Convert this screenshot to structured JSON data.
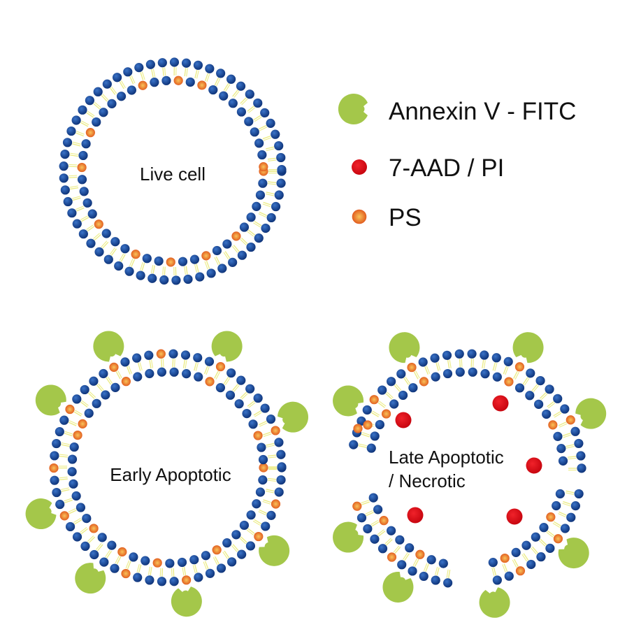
{
  "legend": {
    "annexin_label": "Annexin V - FITC",
    "dye_label": "7-AAD / PI",
    "ps_label": "PS"
  },
  "cells": {
    "live": {
      "label": "Live cell"
    },
    "early": {
      "label": "Early Apoptotic"
    },
    "late": {
      "label_line1": "Late Apoptotic",
      "label_line2": "/ Necrotic"
    }
  },
  "colors": {
    "head_blue": "#1d4f9e",
    "head_blue_dark": "#0b2f74",
    "ps_orange": "#e56b1f",
    "ps_center": "#f7b24a",
    "tail_yellow": "#ecec88",
    "annexin_green": "#a4c74a",
    "dye_red": "#dd0a14"
  }
}
